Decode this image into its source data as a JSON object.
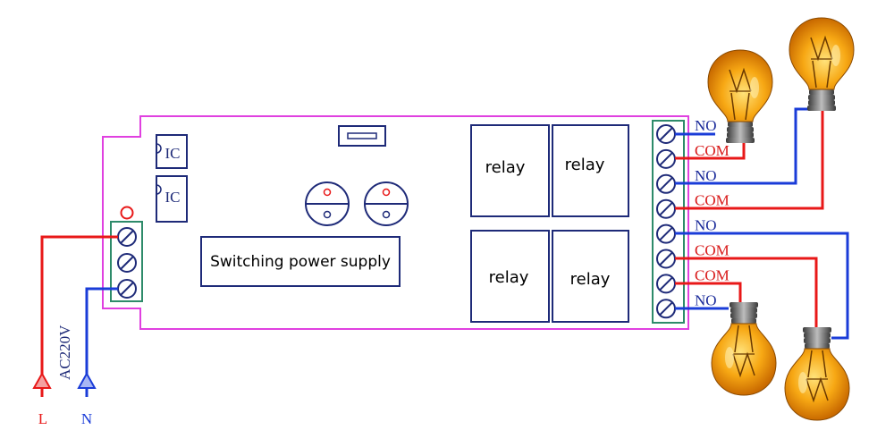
{
  "colors": {
    "board": "#e040e0",
    "component": "#1e2a78",
    "terminal": "#2e8b6a",
    "live": "#e81818",
    "neutral": "#1a3cd8",
    "label_no": "#1a2a9a",
    "label_com": "#d81818",
    "bulb_glass": "#f5a20a",
    "bulb_base": "#555555"
  },
  "board": {
    "ic_labels": [
      "IC",
      "IC"
    ],
    "power_supply_label": "Switching power supply",
    "relay_labels": [
      "relay",
      "relay",
      "relay",
      "relay"
    ]
  },
  "terminals": {
    "output_labels": [
      "NO",
      "COM",
      "NO",
      "COM",
      "NO",
      "COM",
      "COM",
      "NO"
    ]
  },
  "input": {
    "voltage_label": "AC220V",
    "live_label": "L",
    "neutral_label": "N"
  },
  "lamps": {
    "icon": "light-bulb-icon",
    "count": 4
  }
}
